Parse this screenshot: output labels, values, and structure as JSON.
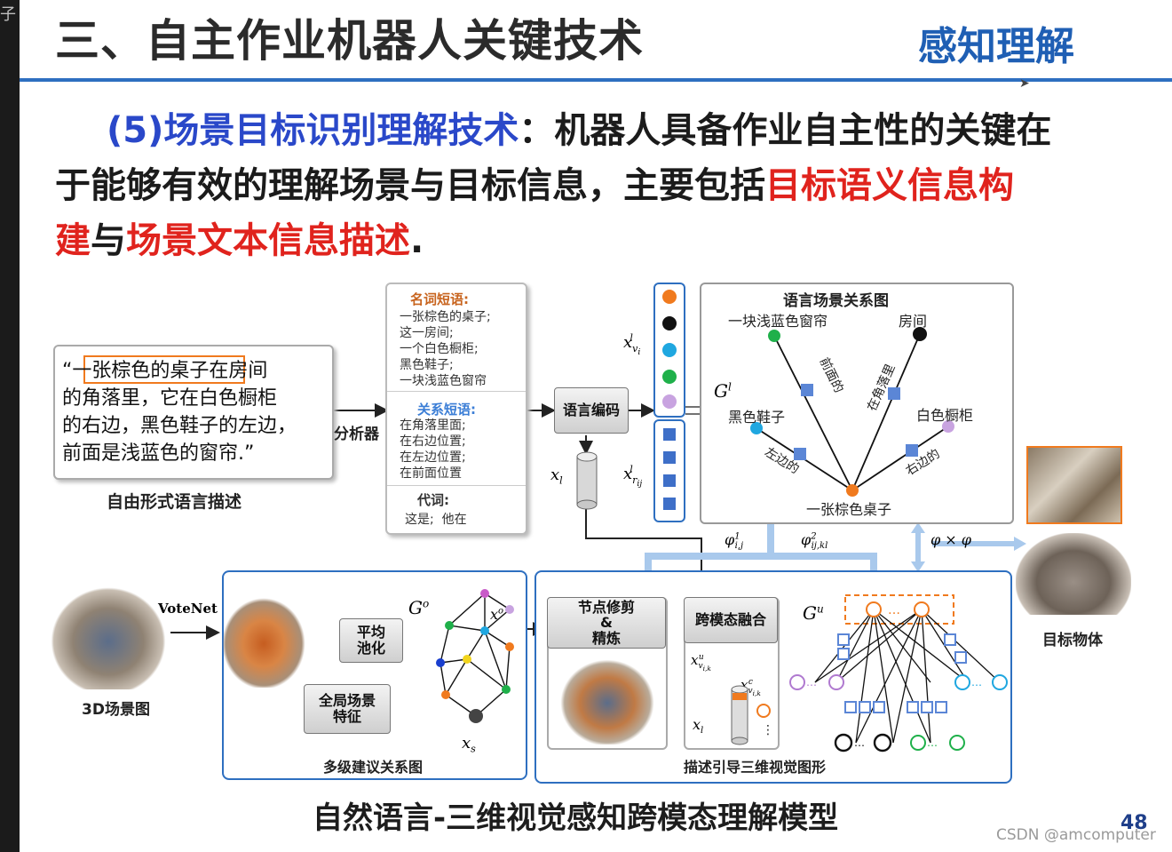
{
  "watermark": "子…",
  "header": {
    "title": "三、自主作业机器人关键技术",
    "section": "感知理解"
  },
  "intro": {
    "lead_blue": "(5)场景目标识别理解技术",
    "line1_rest": "：机器人具备作业自主性的关键在",
    "line2_black": "于能够有效的理解场景与目标信息，主要包括",
    "line2_red": "目标语义信息构",
    "line3_red1": "建",
    "line3_black": "与",
    "line3_red2": "场景文本信息描述",
    "line3_end": "."
  },
  "diagram": {
    "quote_lines": [
      "“一张棕色的桌子在房间",
      "的角落里，它在白色橱柜",
      "的右边，黑色鞋子的左边，",
      "前面是浅蓝色的窗帘.”"
    ],
    "quote_label": "自由形式语言描述",
    "analyze": "分析器",
    "noun_title": "名词短语:",
    "nouns": [
      "一张棕色的桌子;",
      "这一房间;",
      "一个白色橱柜;",
      "黑色鞋子;",
      "一块浅蓝色窗帘"
    ],
    "rel_title": "关系短语:",
    "rels": [
      "在角落里面;",
      "在右边位置;",
      "在左边位置;",
      "在前面位置"
    ],
    "pron_title": "代词:",
    "prons": "这是;  他在",
    "encoder": "语言编码",
    "x_l": "x",
    "xv_l": "x",
    "xr_l": "x",
    "graph_title": "语言场景关系图",
    "g_l": "G",
    "nodes": {
      "curtain": "一块浅蓝色窗帘",
      "room": "房间",
      "shoes": "黑色鞋子",
      "cabinet": "白色橱柜",
      "table": "一张棕色桌子"
    },
    "edges": {
      "front": "前面的",
      "corner": "在角落里",
      "left": "左边的",
      "right": "右边的"
    },
    "phi1": "φ",
    "phi2": "φ",
    "phiprod": "φ × φ",
    "votenet": "VoteNet",
    "scene3d": "3D场景图",
    "avgpool": "平均\n池化",
    "globalfeat": "全局场景\n特征",
    "g_o": "G",
    "xvo": "x",
    "xs": "x",
    "proposal_label": "多级建议关系图",
    "prune": "节点修剪\n&\n精炼",
    "fusion": "跨模态融合",
    "g_u": "G",
    "xvu": "x",
    "xvc": "x",
    "xl2": "x",
    "guided_label": "描述引导三维视觉图形",
    "target": "目标物体"
  },
  "caption": "自然语言-三维视觉感知跨模态理解模型",
  "page_number": "48",
  "credit": "CSDN @amcomputer",
  "colors": {
    "accent_blue": "#2e6fc0",
    "highlight_red": "#e0231d",
    "orange": "#f07a1e"
  }
}
